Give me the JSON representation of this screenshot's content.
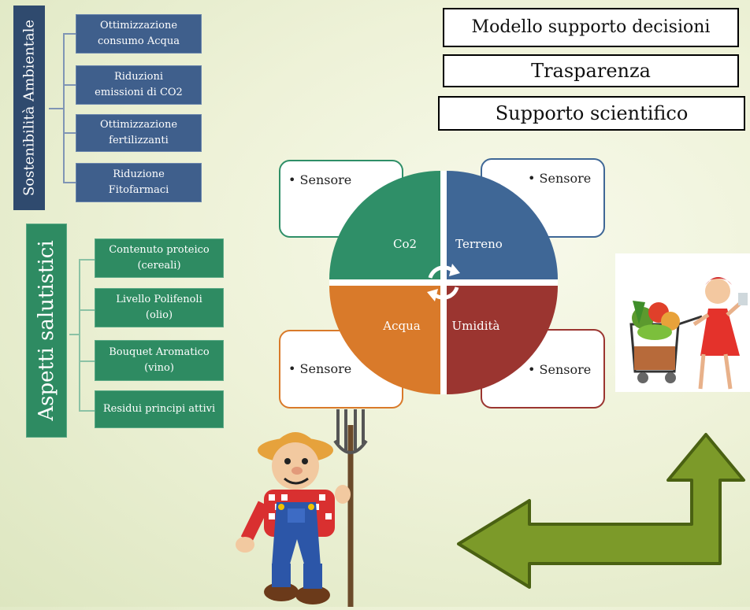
{
  "sostenibilita": {
    "title": "Sostenibilità Ambientale",
    "items": [
      {
        "line1": "Ottimizzazione",
        "line2": "consumo Acqua"
      },
      {
        "line1": "Riduzioni",
        "line2": "emissioni di CO2"
      },
      {
        "line1": "Ottimizzazione",
        "line2": "fertilizzanti"
      },
      {
        "line1": "Riduzione",
        "line2": "Fitofarmaci"
      }
    ]
  },
  "salutistici": {
    "title": "Aspetti salutistici",
    "items": [
      {
        "line1": "Contenuto proteico",
        "line2": "(cereali)"
      },
      {
        "line1": "Livello Polifenoli",
        "line2": "(olio)"
      },
      {
        "line1": "Bouquet Aromatico",
        "line2": "(vino)"
      },
      {
        "line1": "Residui principi attivi",
        "line2": ""
      }
    ]
  },
  "headers": [
    "Modello supporto decisioni",
    "Trasparenza",
    "Supporto scientifico"
  ],
  "cycle": {
    "quadrants": [
      "Co2",
      "Terreno",
      "Acqua",
      "Umidità"
    ],
    "colors": {
      "co2": "#2f8f68",
      "terreno": "#3f6796",
      "acqua": "#d97a2a",
      "umidita": "#9b3530"
    }
  },
  "sensors": [
    "• Sensore",
    "• Sensore",
    "• Sensore",
    "• Sensore"
  ],
  "icons": {
    "farmer": "farmer-illustration",
    "shopper": "shopper-illustration",
    "arrow": "bent-arrow-icon"
  }
}
